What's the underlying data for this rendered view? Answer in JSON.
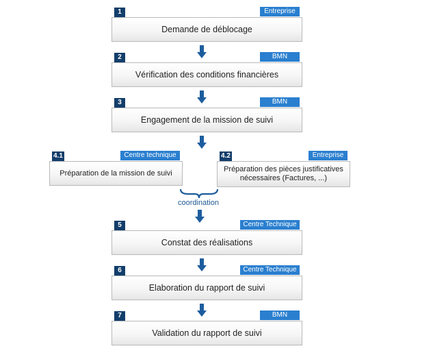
{
  "steps": [
    {
      "num": "1",
      "actor": "Entreprise",
      "label": "Demande de déblocage"
    },
    {
      "num": "2",
      "actor": "BMN",
      "label": "Vérification des conditions financières"
    },
    {
      "num": "3",
      "actor": "BMN",
      "label": "Engagement de la mission de suivi"
    },
    {
      "num": "4.1",
      "actor": "Centre technique",
      "label": "Préparation de la mission de suivi"
    },
    {
      "num": "4.2",
      "actor": "Entreprise",
      "label_line1": "Préparation des pièces justificatives",
      "label_line2": "nécessaires (Factures, ...)"
    },
    {
      "num": "5",
      "actor": "Centre Technique",
      "label": "Constat des réalisations"
    },
    {
      "num": "6",
      "actor": "Centre Technique",
      "label": "Elaboration du rapport de suivi"
    },
    {
      "num": "7",
      "actor": "BMN",
      "label": "Validation du rapport de suivi"
    }
  ],
  "coordination_label": "coordination",
  "colors": {
    "number_badge": "#133e6b",
    "actor_badge": "#2a7fcf",
    "arrow": "#1d5d9e"
  }
}
